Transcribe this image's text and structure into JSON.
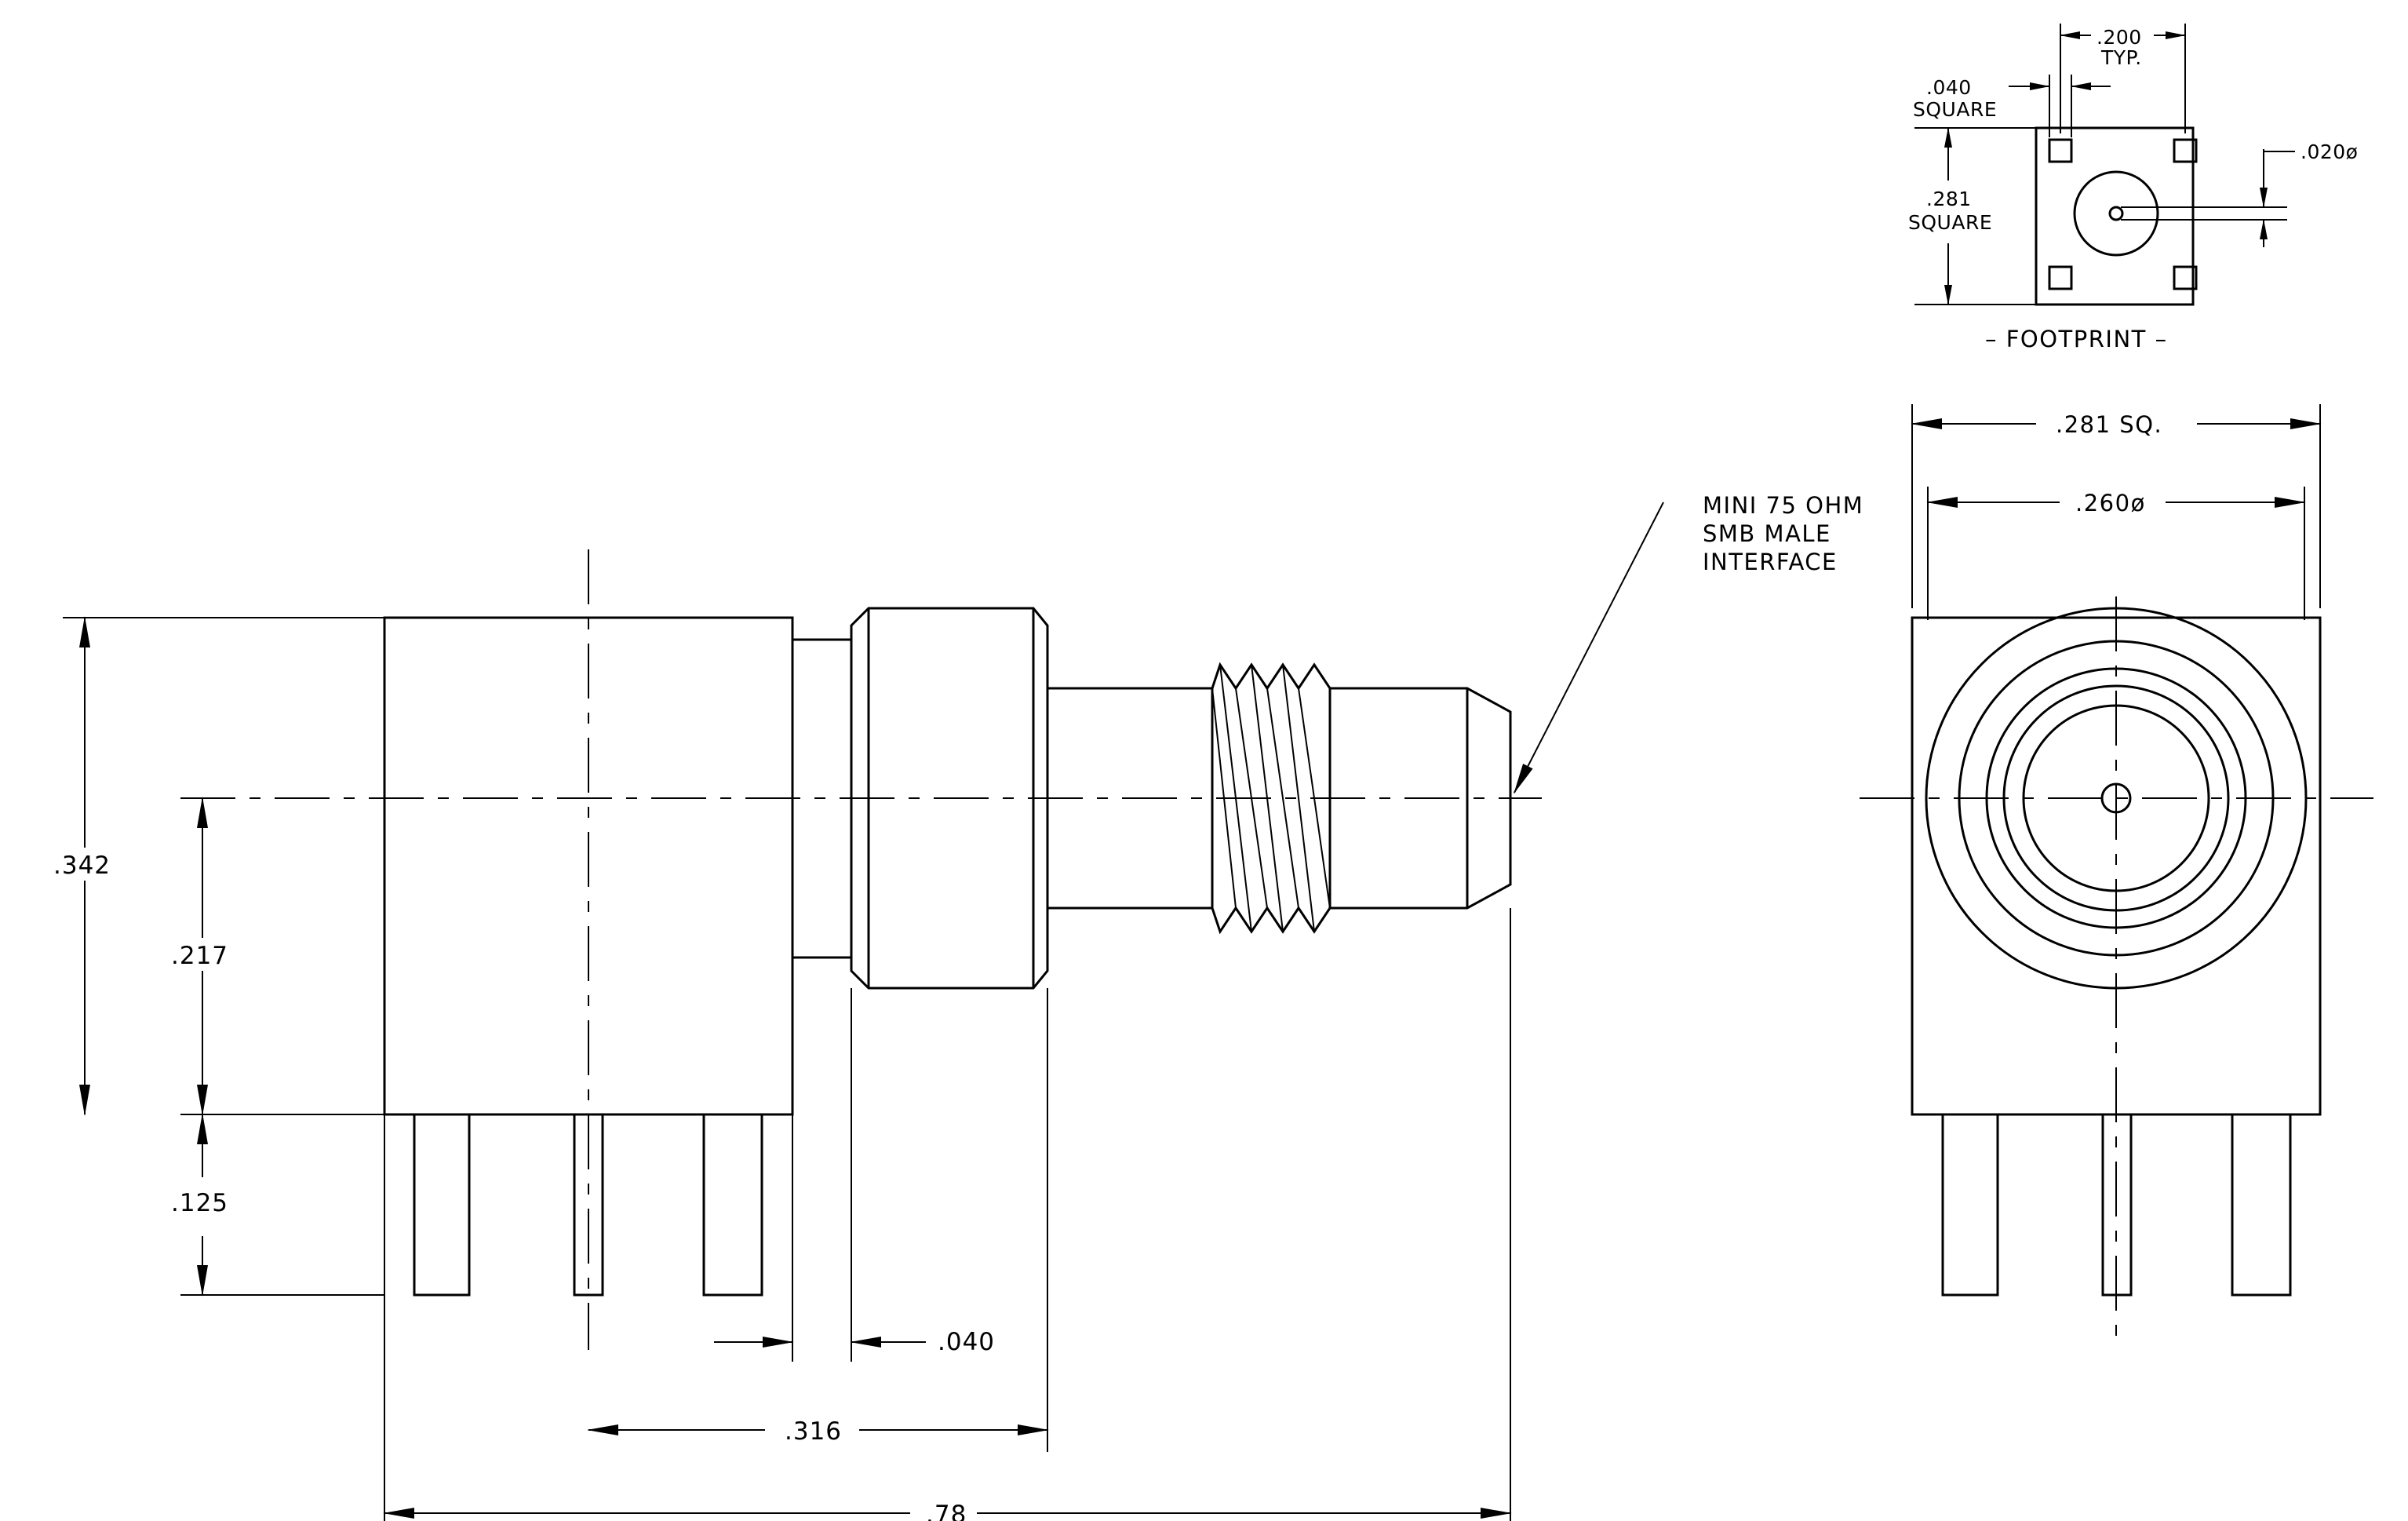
{
  "dimensions": {
    "overall_height": ".342",
    "centerline_height": ".217",
    "pin_length": ".125",
    "flange_width": ".040",
    "flange_to_body": ".316",
    "overall_length": ".78",
    "end_square": ".281 SQ.",
    "end_diameter": ".260ø"
  },
  "footprint": {
    "title": "– FOOTPRINT –",
    "pitch_value": ".200",
    "pitch_note": "TYP.",
    "pad_size_value": ".040",
    "pad_size_note": "SQUARE",
    "outline_value": ".281",
    "outline_note": "SQUARE",
    "center_hole": ".020ø"
  },
  "note": {
    "line1": "MINI 75 OHM",
    "line2": "SMB MALE",
    "line3": "INTERFACE"
  }
}
